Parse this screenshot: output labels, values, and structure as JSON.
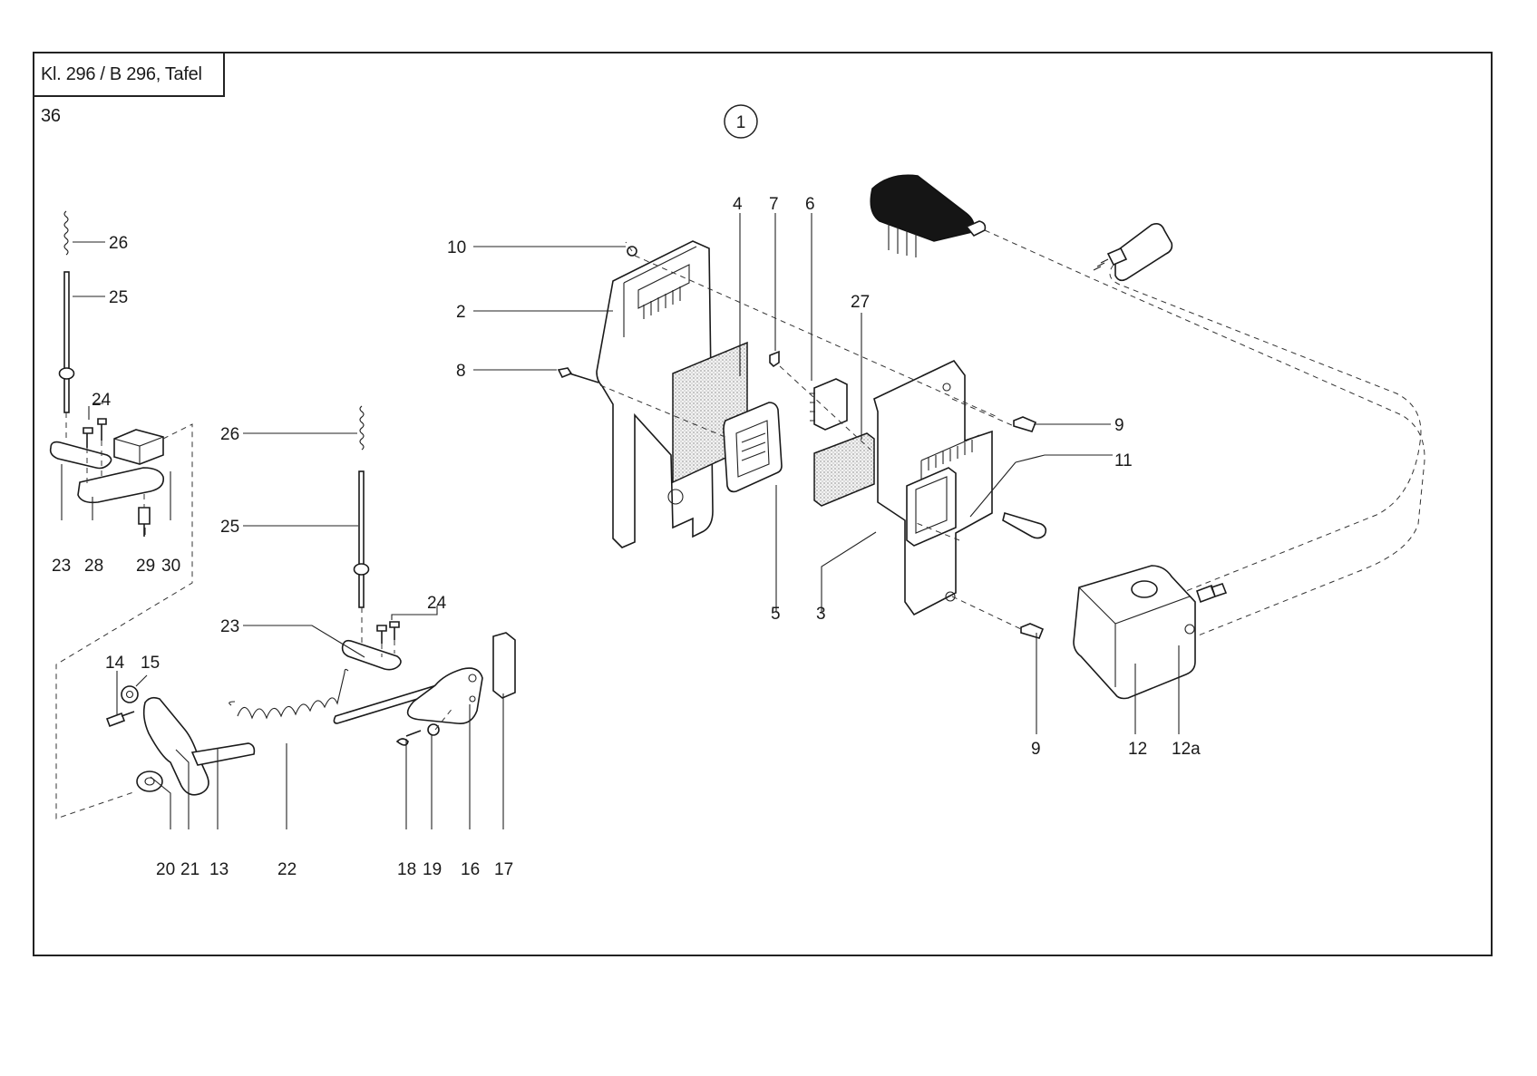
{
  "title": "Kl. 296 / B 296, Tafel 36",
  "group_marker": "1",
  "callouts": {
    "c26a": "26",
    "c25a": "25",
    "c24a": "24",
    "c23a": "23",
    "c28": "28",
    "c29": "29",
    "c30": "30",
    "c26b": "26",
    "c25b": "25",
    "c23b": "23",
    "c24b": "24",
    "c14": "14",
    "c15": "15",
    "c20": "20",
    "c21": "21",
    "c13": "13",
    "c22": "22",
    "c18": "18",
    "c19": "19",
    "c16": "16",
    "c17": "17",
    "c10": "10",
    "c2": "2",
    "c8": "8",
    "c4": "4",
    "c7": "7",
    "c6": "6",
    "c27": "27",
    "c5": "5",
    "c3": "3",
    "c9a": "9",
    "c11": "11",
    "c9b": "9",
    "c12": "12",
    "c12a": "12a"
  }
}
